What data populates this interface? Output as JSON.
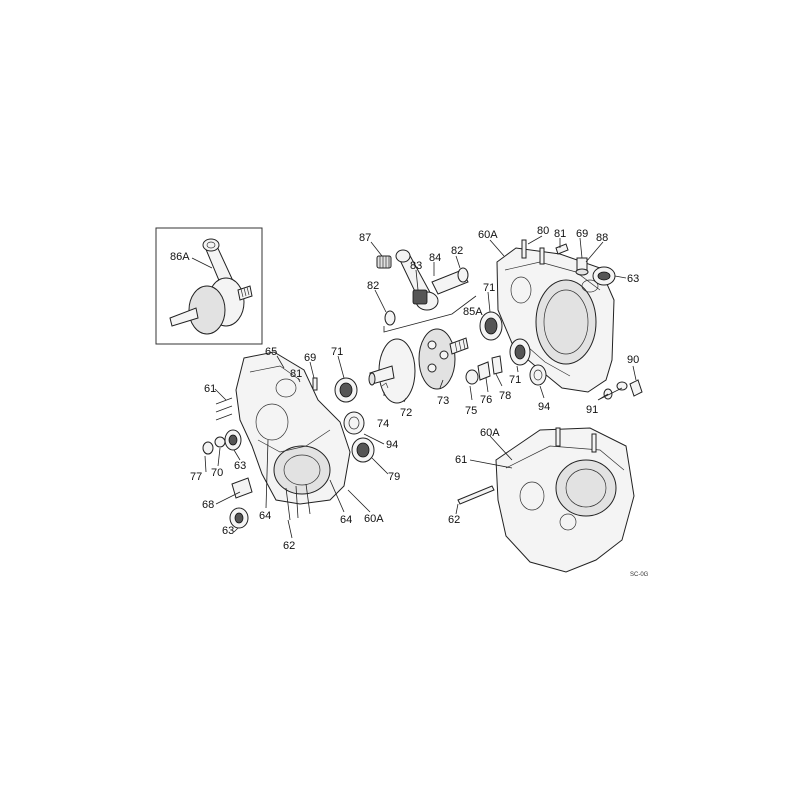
{
  "diagram": {
    "drawing_code": "SC-0G",
    "callouts": {
      "c86A": "86A",
      "c87": "87",
      "c84": "84",
      "c82a": "82",
      "c83": "83",
      "c82b": "82",
      "c85A": "85A",
      "c60A_top": "60A",
      "c80": "80",
      "c81_top": "81",
      "c69_top": "69",
      "c88": "88",
      "c63_top": "63",
      "c71_top": "71",
      "c65": "65",
      "c69_mid": "69",
      "c71_mid": "71",
      "c81_mid": "81",
      "c61_left": "61",
      "c73": "73",
      "c72": "72",
      "c74": "74",
      "c75": "75",
      "c76": "76",
      "c78": "78",
      "c71_right": "71",
      "c94_right": "94",
      "c90": "90",
      "c91": "91",
      "c94_mid": "94",
      "c79": "79",
      "c77": "77",
      "c70": "70",
      "c63_mid": "63",
      "c68": "68",
      "c64_left": "64",
      "c64_right": "64",
      "c60A_mid": "60A",
      "c63_bottom": "63",
      "c62_left": "62",
      "c60A_br": "60A",
      "c61_br": "61",
      "c62_br": "62"
    }
  }
}
